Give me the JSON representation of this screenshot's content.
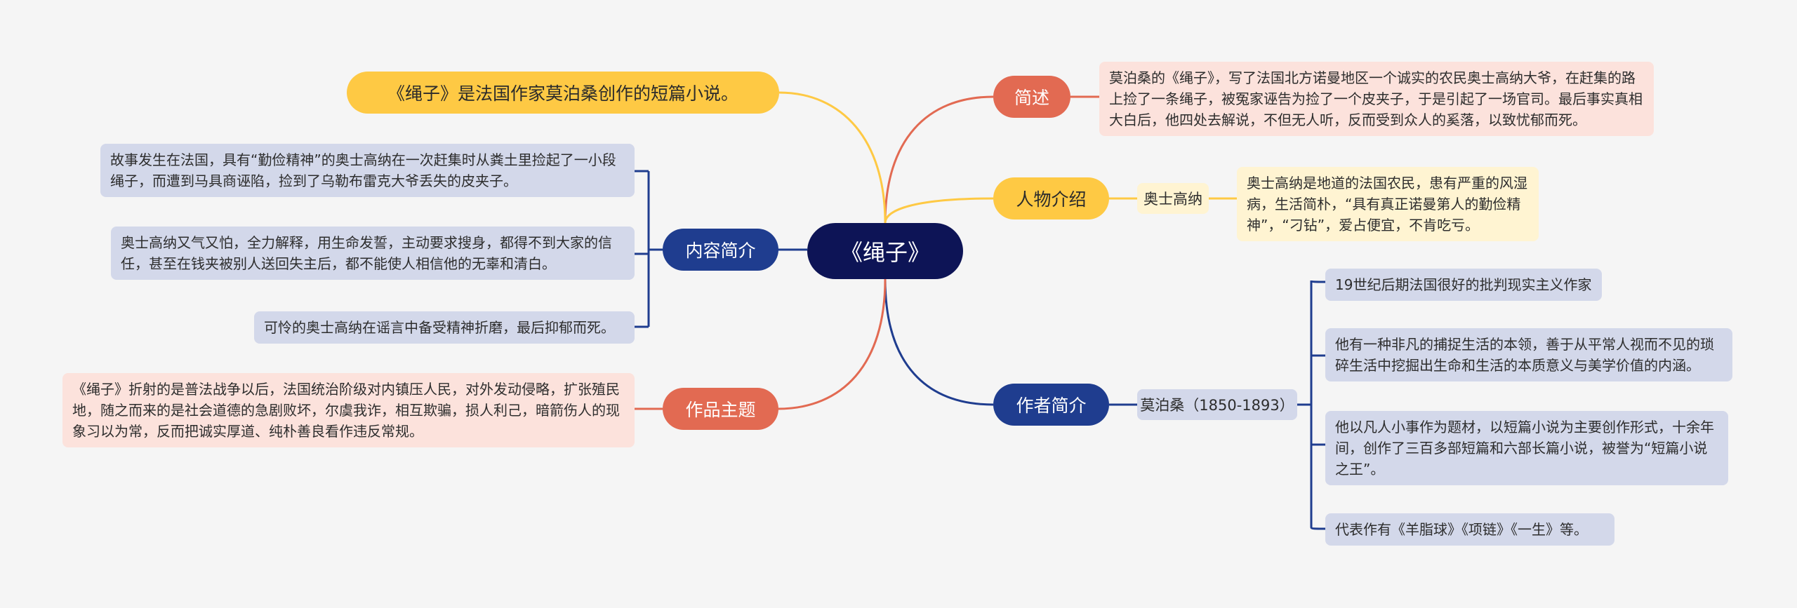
{
  "root": {
    "label": "《绳子》"
  },
  "summary_line": "《绳子》是法国作家莫泊桑创作的短篇小说。",
  "branches": {
    "overview": {
      "label": "简述",
      "text": "莫泊桑的《绳子》，写了法国北方诺曼地区一个诚实的农民奥士高纳大爷，在赶集的路上捡了一条绳子，被冤家诬告为捡了一个皮夹子，于是引起了一场官司。最后事实真相大白后，他四处去解说，不但无人听，反而受到众人的奚落，以致忧郁而死。"
    },
    "characters": {
      "label": "人物介绍",
      "name": "奥士高纳",
      "text": "奥士高纳是地道的法国农民，患有严重的风湿病，生活简朴，“具有真正诺曼第人的勤俭精神”，“刁钻”，爱占便宜，不肯吃亏。"
    },
    "author": {
      "label": "作者简介",
      "name": "莫泊桑（1850-1893）",
      "items": [
        "19世纪后期法国很好的批判现实主义作家",
        "他有一种非凡的捕捉生活的本领，善于从平常人视而不见的琐碎生活中挖掘出生命和生活的本质意义与美学价值的内涵。",
        "他以凡人小事作为题材，以短篇小说为主要创作形式，十余年间，创作了三百多部短篇和六部长篇小说，被誉为“短篇小说之王”。",
        "代表作有《羊脂球》《项链》《一生》等。"
      ]
    },
    "content": {
      "label": "内容简介",
      "items": [
        "故事发生在法国，具有“勤俭精神”的奥士高纳在一次赶集时从粪土里捡起了一小段绳子，而遭到马具商诬陷，捡到了乌勒布雷克大爷丢失的皮夹子。",
        "奥士高纳又气又怕，全力解释，用生命发誓，主动要求搜身，都得不到大家的信任，甚至在钱夹被别人送回失主后，都不能使人相信他的无辜和清白。",
        "可怜的奥士高纳在谣言中备受精神折磨，最后抑郁而死。"
      ]
    },
    "theme": {
      "label": "作品主题",
      "text": "《绳子》折射的是普法战争以后，法国统治阶级对内镇压人民，对外发动侵略，扩张殖民地，随之而来的是社会道德的急剧败坏，尔虞我诈，相互欺骗，损人利己，暗箭伤人的现象习以为常，反而把诚实厚道、纯朴善良看作违反常规。"
    }
  },
  "colors": {
    "root": "#0d1456",
    "red": "#e26a52",
    "yellow": "#fec944",
    "navy": "#1f3d8f",
    "pink_box": "#fce2dc",
    "yellow_box": "#fff4d2",
    "blue_box": "#d3d8ea"
  }
}
